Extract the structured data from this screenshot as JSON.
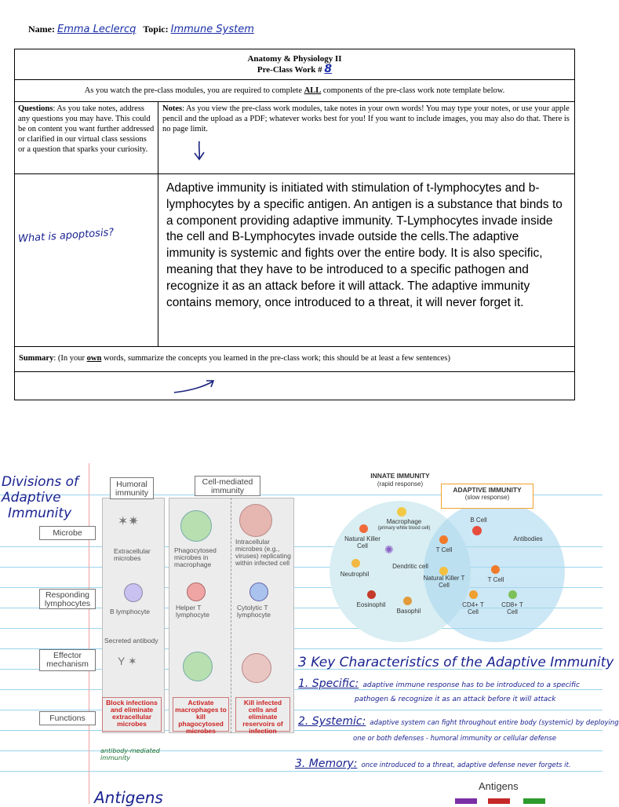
{
  "header": {
    "name_label": "Name:",
    "name_value": "Emma Leclercq",
    "topic_label": "Topic:",
    "topic_value": "Immune System"
  },
  "worksheet": {
    "course": "Anatomy & Physiology  II",
    "work_label": "Pre-Class Work #",
    "work_number": "8",
    "intro_pre": "As you watch the pre-class modules, you are required to complete ",
    "intro_bold": "ALL",
    "intro_post": " components of the pre-class work note template below.",
    "questions_label": "Questions",
    "questions_text": ": As you take notes, address any questions you may have. This could be on content you want further addressed or clarified in our virtual class sessions or a question that sparks your curiosity.",
    "notes_label": "Notes",
    "notes_text": ": As you view the pre-class work modules, take notes in your own words! You may type your notes, or use your apple pencil and the upload as a PDF; whatever works best for you! If you want to include images, you may also do that. There is no page limit.",
    "question_handwritten": "What is apoptosis?",
    "notes_body": "Adaptive immunity is initiated with stimulation of t-lymphocytes and b-lymphocytes by a specific antigen. An antigen is a substance that binds to a component providing adaptive immunity.  T-Lymphocytes invade inside the cell and B-Lymphocytes invade outside the cells.The adaptive immunity is systemic and fights over the entire body. It is also specific, meaning that they have to be introduced to a specific pathogen and recognize it as an attack before it will attack. The adaptive immunity contains memory, once introduced to a threat, it will never forget it.",
    "summary_label": "Summary",
    "summary_pre": ":  (In your ",
    "summary_bold": "own",
    "summary_post": " words, summarize the concepts you learned in the pre-class work; this should be at least a few sentences)"
  },
  "notebook": {
    "title_lines": [
      "Divisions of",
      "Adaptive",
      "Immunity"
    ],
    "col_humoral": "Humoral immunity",
    "col_cell": "Cell-mediated immunity",
    "row_microbe": "Microbe",
    "row_responding": "Responding lymphocytes",
    "row_effector": "Effector mechanism",
    "row_functions": "Functions",
    "extracellular": "Extracellular microbes",
    "phagocytosed": "Phagocytosed microbes in macrophage",
    "intracellular": "Intracellular microbes (e.g., viruses) replicating within infected cell",
    "b_lymph": "B lymphocyte",
    "helper_t": "Helper T lymphocyte",
    "cytolytic_t": "Cytolytic T lymphocyte",
    "secreted_ab": "Secreted antibody",
    "fn_block": "Block infections and eliminate extracellular microbes",
    "fn_activate": "Activate macrophages to kill phagocytosed microbes",
    "fn_kill": "Kill infected cells and eliminate reservoirs of infection",
    "note_antibody": "antibody-mediated immunity",
    "antigens_heading": "Antigens",
    "venn": {
      "innate_title": "INNATE IMMUNITY",
      "innate_sub": "(rapid response)",
      "adaptive_title": "ADAPTIVE IMMUNITY",
      "adaptive_sub": "(slow response)",
      "macrophage": "Macrophage",
      "macrophage_sub": "(primary white blood cell)",
      "nk_cell": "Natural Killer Cell",
      "dendritic": "Dendritic cell",
      "neutrophil": "Neutrophil",
      "eosinophil": "Eosinophil",
      "basophil": "Basophil",
      "t_cell_mid": "T Cell",
      "nk_t": "Natural Killer T Cell",
      "b_cell": "B Cell",
      "antibodies": "Antibodies",
      "t_cell": "T Cell",
      "cd4": "CD4+ T Cell",
      "cd8": "CD8+ T Cell"
    },
    "characteristics_title": "3 Key Characteristics of the Adaptive Immunity",
    "char1_head": "1. Specific:",
    "char1_text": "adaptive immune response has to be introduced to a specific",
    "char1_text2": "pathogen & recognize it as an attack before it will attack",
    "char2_head": "2. Systemic:",
    "char2_text": "adaptive system can fight throughout entire body (systemic) by deploying",
    "char2_text2": "one or both defenses - humoral immunity or cellular defense",
    "char3_head": "3. Memory:",
    "char3_text": "once introduced to a threat, adaptive defense never forgets it.",
    "antigens_legend": "Antigens",
    "colors": {
      "ink_blue": "#1b2fa8",
      "rule": "#9ad4ec",
      "innate_bg": "#d8eef2",
      "adaptive_bg": "#cfe9f6"
    }
  }
}
